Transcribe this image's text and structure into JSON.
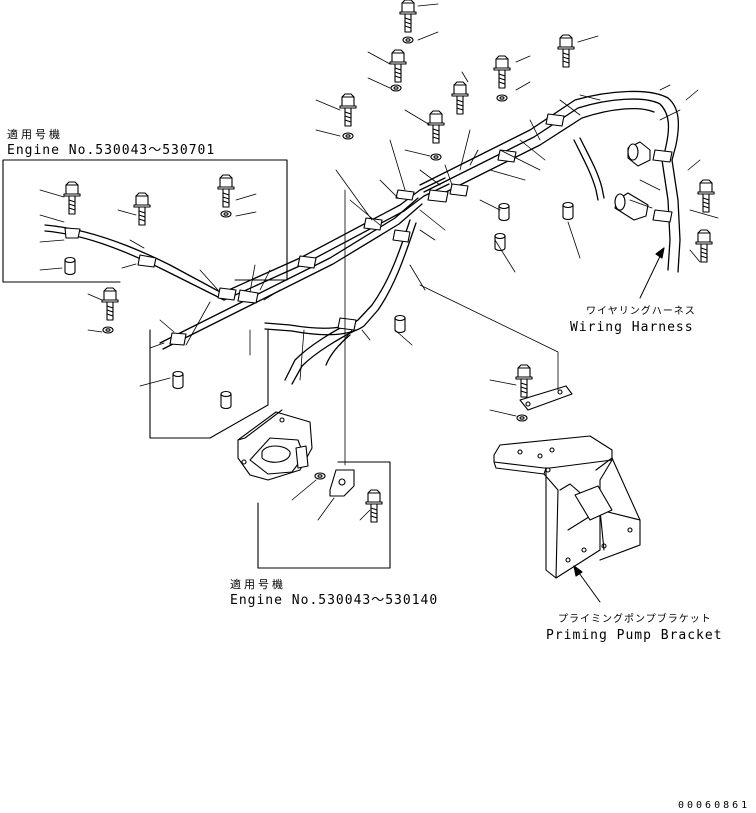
{
  "applicable_top": {
    "jp": "適用号機",
    "en": "Engine No.530043～530701"
  },
  "applicable_bottom": {
    "jp": "適用号機",
    "en": "Engine No.530043～530140"
  },
  "wiring_harness": {
    "jp": "ワイヤリングハーネス",
    "en": "Wiring Harness"
  },
  "priming_pump_bracket": {
    "jp": "プライミングポンプブラケット",
    "en": "Priming Pump Bracket"
  },
  "drawing_code": "00060861"
}
